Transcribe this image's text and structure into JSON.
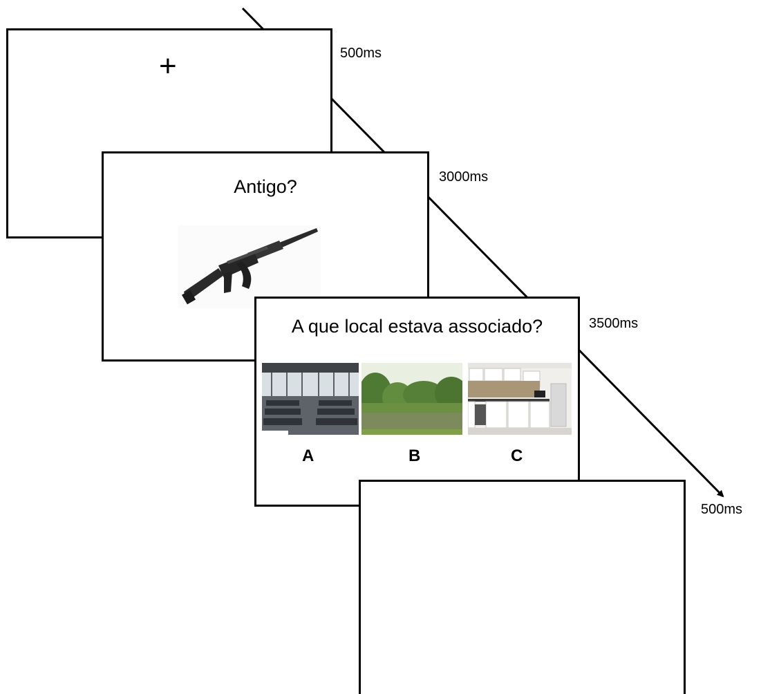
{
  "trial": {
    "fixation": {
      "symbol": "+",
      "duration": "500ms"
    },
    "encoding": {
      "question": "Antigo?",
      "duration": "3000ms",
      "object": "assault-rifle"
    },
    "retrieval": {
      "question": "A que local estava associado?",
      "duration": "3500ms",
      "options": [
        {
          "letter": "A",
          "scene": "airport-waiting-hall"
        },
        {
          "letter": "B",
          "scene": "lake-with-trees"
        },
        {
          "letter": "C",
          "scene": "kitchen"
        }
      ]
    },
    "blank": {
      "duration": "500ms"
    }
  },
  "colors": {
    "line": "#000000",
    "background": "#ffffff"
  }
}
